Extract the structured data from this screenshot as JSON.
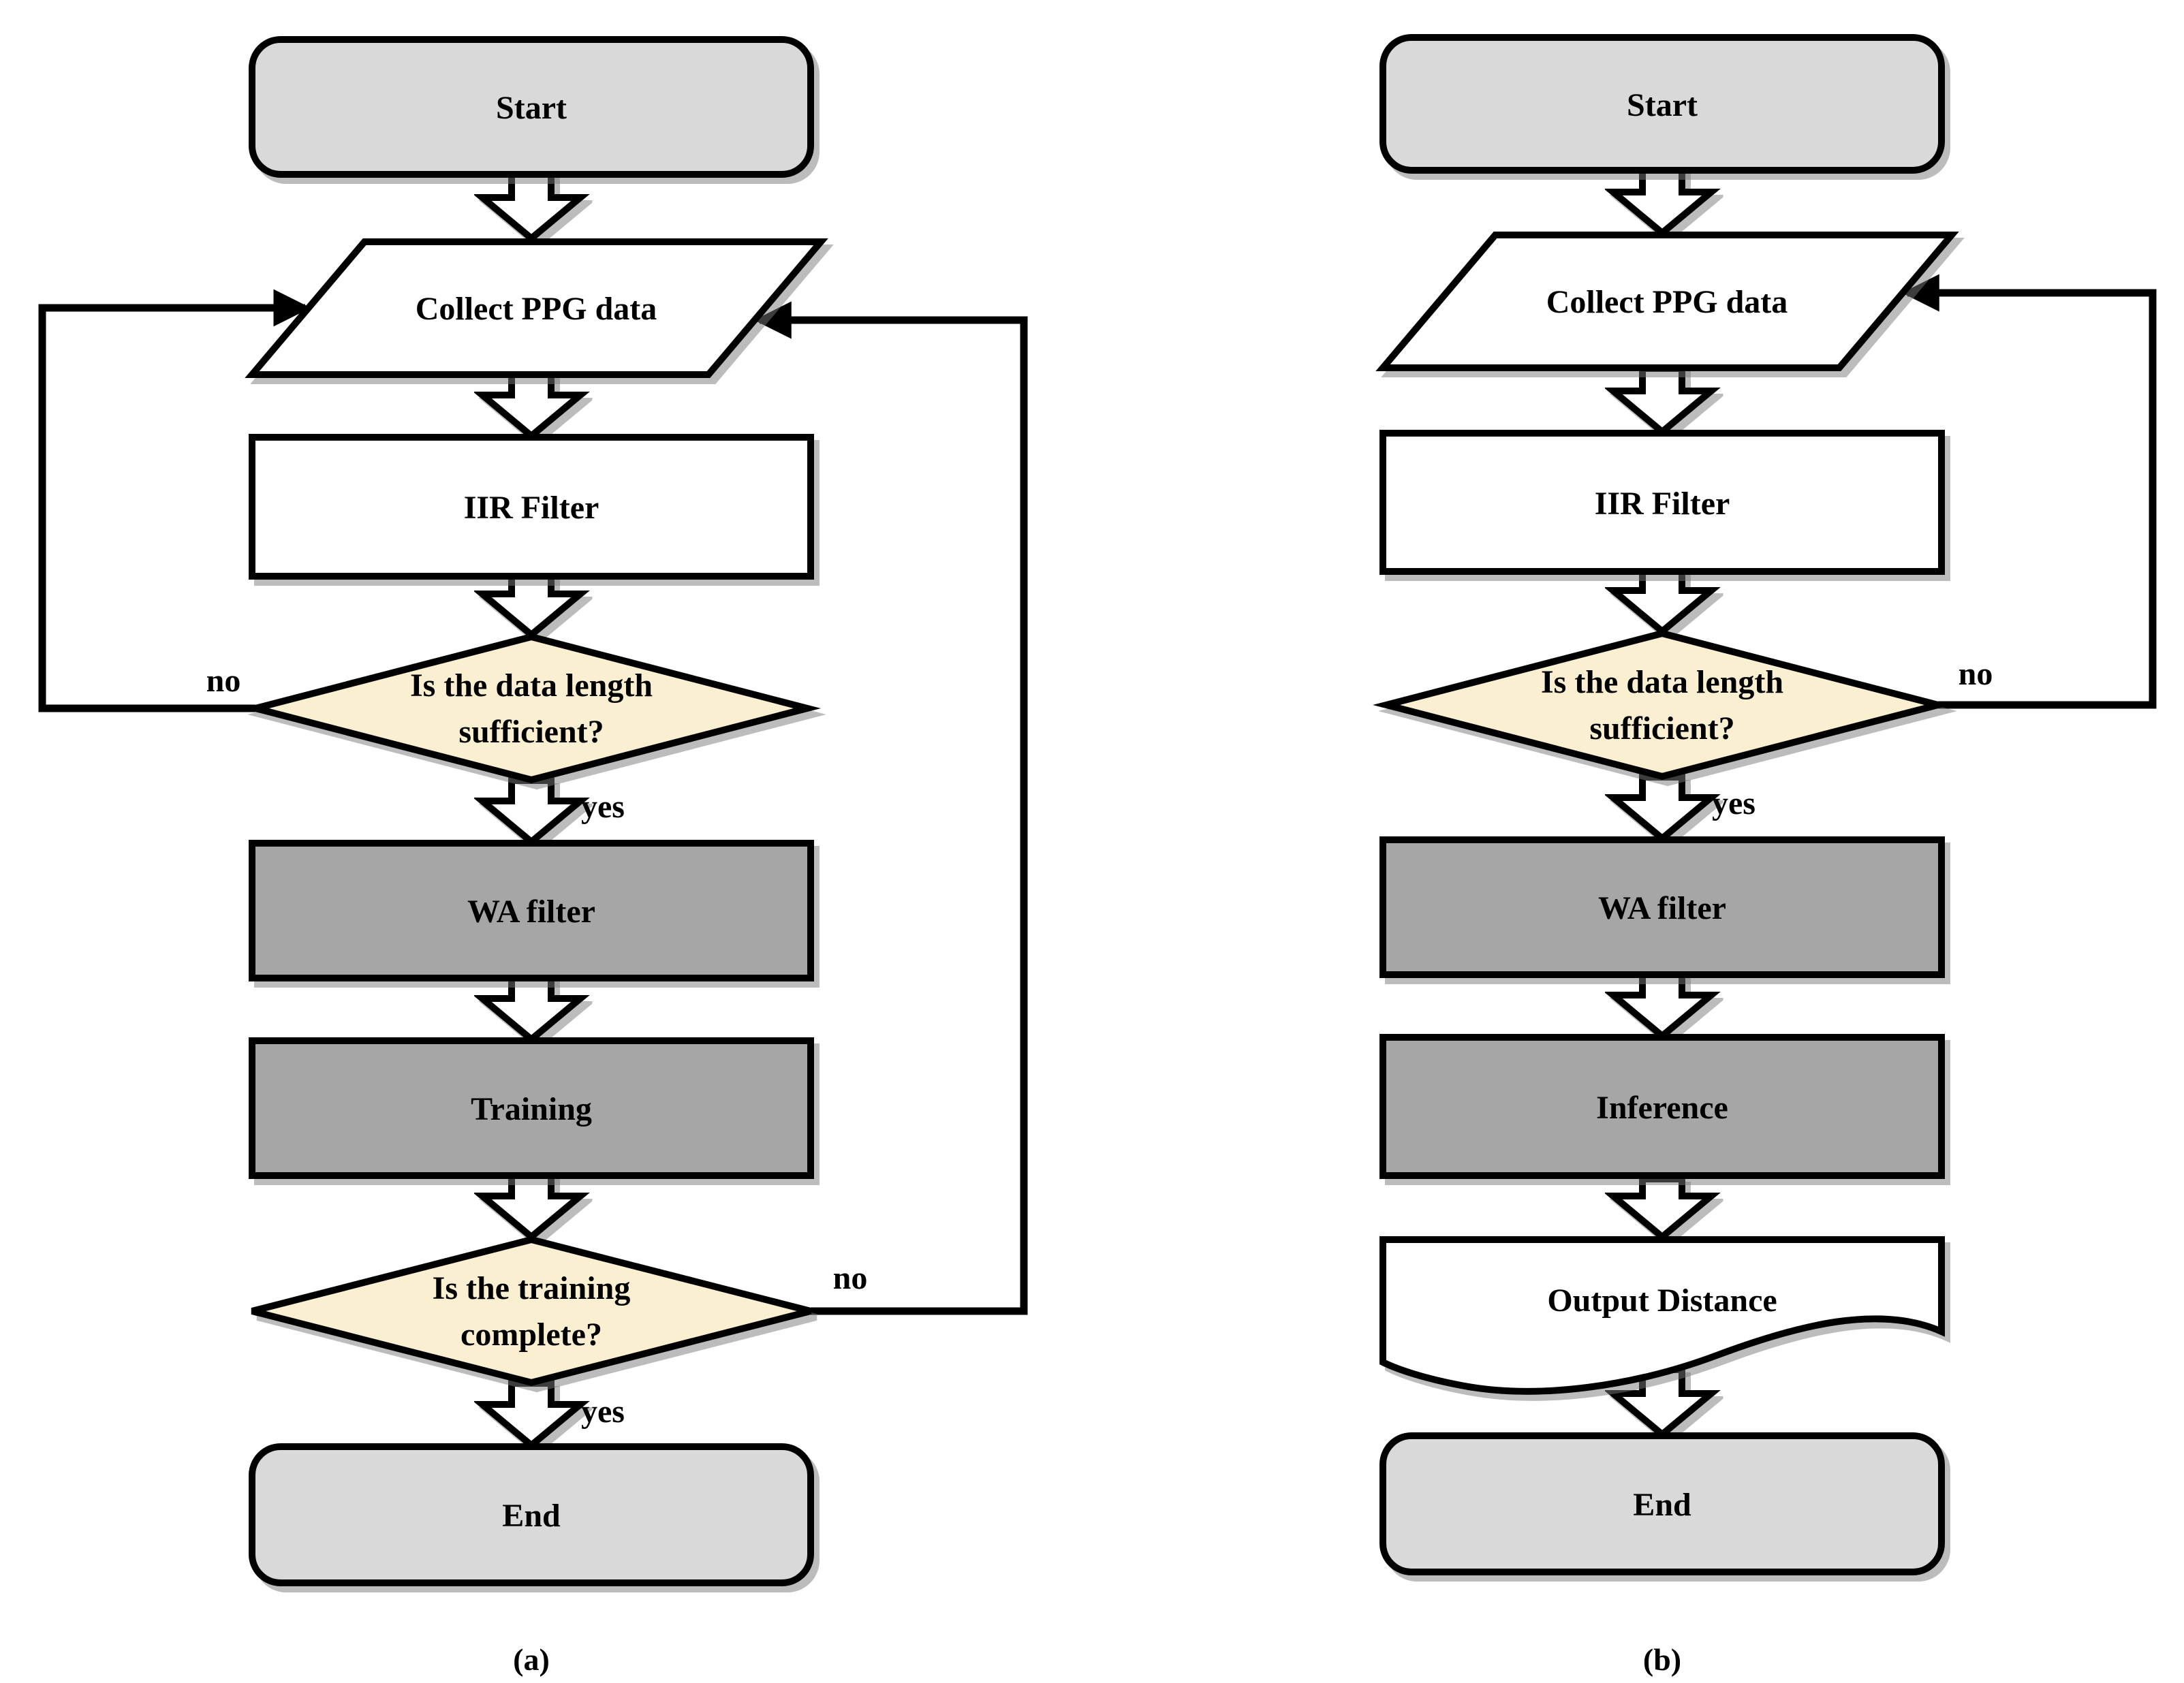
{
  "colors": {
    "terminal_fill": "#d9d9d9",
    "process_dark_fill": "#a6a6a6",
    "io_fill": "#ffffff",
    "decision_fill": "#fbefd1"
  },
  "a": {
    "caption": "(a)",
    "nodes": {
      "start": "Start",
      "collect": "Collect PPG data",
      "iir": "IIR Filter",
      "decision1_line1": "Is the data length",
      "decision1_line2": "sufficient?",
      "wa": "WA filter",
      "training": "Training",
      "decision2_line1": "Is the training",
      "decision2_line2": "complete?",
      "end": "End"
    },
    "labels": {
      "no_left": "no",
      "yes1": "yes",
      "no_right": "no",
      "yes2": "yes"
    }
  },
  "b": {
    "caption": "(b)",
    "nodes": {
      "start": "Start",
      "collect": "Collect PPG data",
      "iir": "IIR Filter",
      "decision1_line1": "Is the data length",
      "decision1_line2": "sufficient?",
      "wa": "WA filter",
      "inference": "Inference",
      "output": "Output Distance",
      "end": "End"
    },
    "labels": {
      "no_right": "no",
      "yes1": "yes"
    }
  }
}
